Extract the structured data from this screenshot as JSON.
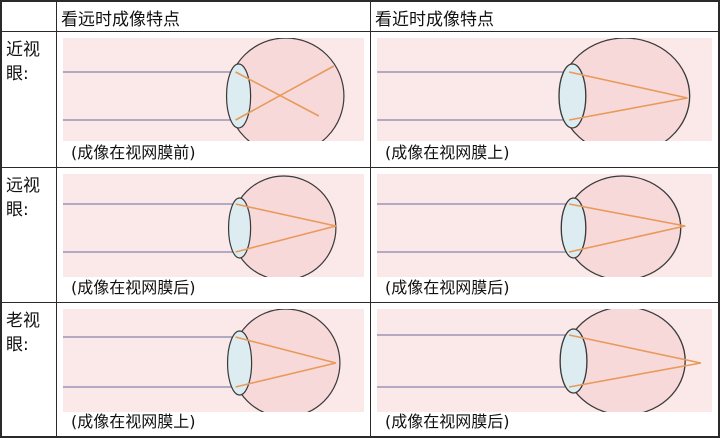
{
  "header": {
    "col1": "看远时成像特点",
    "col2": "看近时成像特点"
  },
  "rows": [
    {
      "label": "近视眼:",
      "far_caption": "(成像在视网膜前)",
      "near_caption": "(成像在视网膜上)"
    },
    {
      "label": "远视眼:",
      "far_caption": "(成像在视网膜后)",
      "near_caption": "(成像在视网膜后)"
    },
    {
      "label": "老视眼:",
      "far_caption": "(成像在视网膜上)",
      "near_caption": "(成像在视网膜后)"
    }
  ],
  "colors": {
    "panel_bg": "#fbe9ea",
    "eye_fill": "#f8d9da",
    "lens_fill": "#dcecf0",
    "ray": "#e89a5b",
    "line": "#6b6b9b",
    "outline": "#3a3a3a"
  }
}
